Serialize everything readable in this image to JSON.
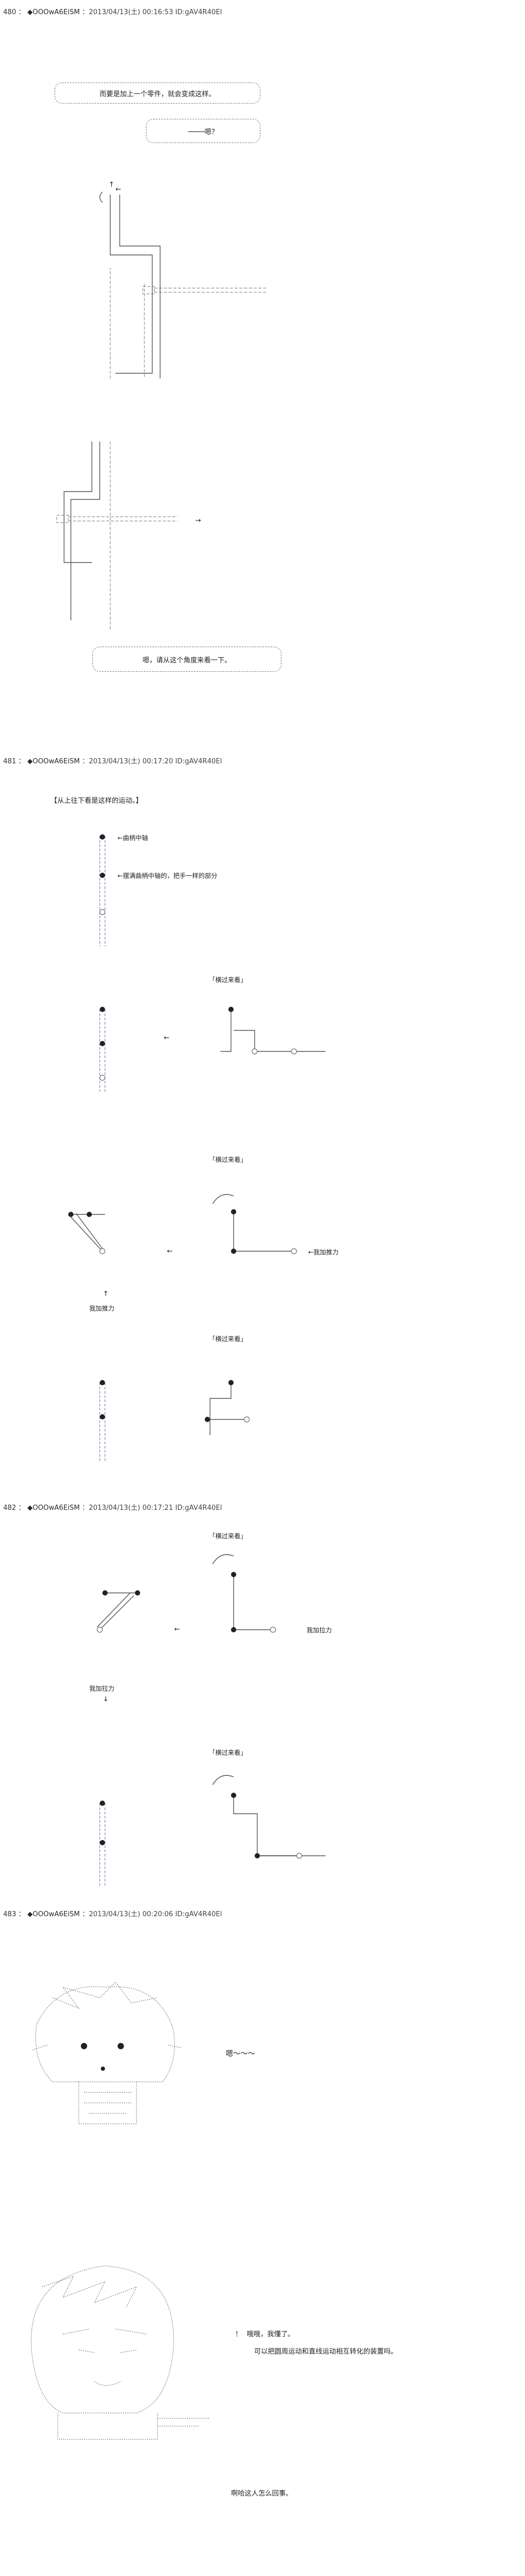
{
  "posts": [
    {
      "number": "480",
      "separator": "：",
      "name": "◆OOOwA6EiSM",
      "date": "：2013/04/13(土) 00:16:53 ID:gAV4R40El",
      "lines": {
        "bubble1": "而要是加上一个零件，就会变成这样。",
        "bubble2": "────嗯？",
        "bubble3": "嗯，请从这个角度来看一下。"
      }
    },
    {
      "number": "481",
      "separator": "：",
      "name": "◆OOOwA6EiSM",
      "date": "：2013/04/13(土) 00:17:20 ID:gAV4R40El",
      "lines": {
        "intro": "【从上往下看是这样的运动。】",
        "label_pin": "←曲柄中轴",
        "label_pin2": "←摆满曲柄中轴的，把手一样的部分",
        "rotate1": "「横过来看」",
        "rotate2": "「横过来看」",
        "rotate3": "「横过来看」",
        "force1": "←我加推力",
        "force2": "我加推力",
        "arrow_up": "↑",
        "arrow_left": "←"
      }
    },
    {
      "number": "482",
      "separator": "：",
      "name": "◆OOOwA6EiSM",
      "date": "：2013/04/13(土) 00:17:21 ID:gAV4R40El",
      "lines": {
        "rotate1": "「横过来看」",
        "rotate2": "「横过来看」",
        "force1": "我加拉力",
        "force2": "我加拉力",
        "arrow_down": "↓"
      }
    },
    {
      "number": "483",
      "separator": "：",
      "name": "◆OOOwA6EiSM",
      "date": "：2013/04/13(土) 00:20:06 ID:gAV4R40El",
      "lines": {
        "murmur": "嗯～～～",
        "q_mark": "！",
        "reply1": "哦哦，我懂了。",
        "reply2": "可以把圆周运动和直线运动相互转化的装置吗。",
        "closing": "啊哈这人怎么回事。"
      }
    }
  ],
  "colors": {
    "ink": "#222222",
    "dash": "#777777",
    "purple": "#8a7bb0"
  }
}
